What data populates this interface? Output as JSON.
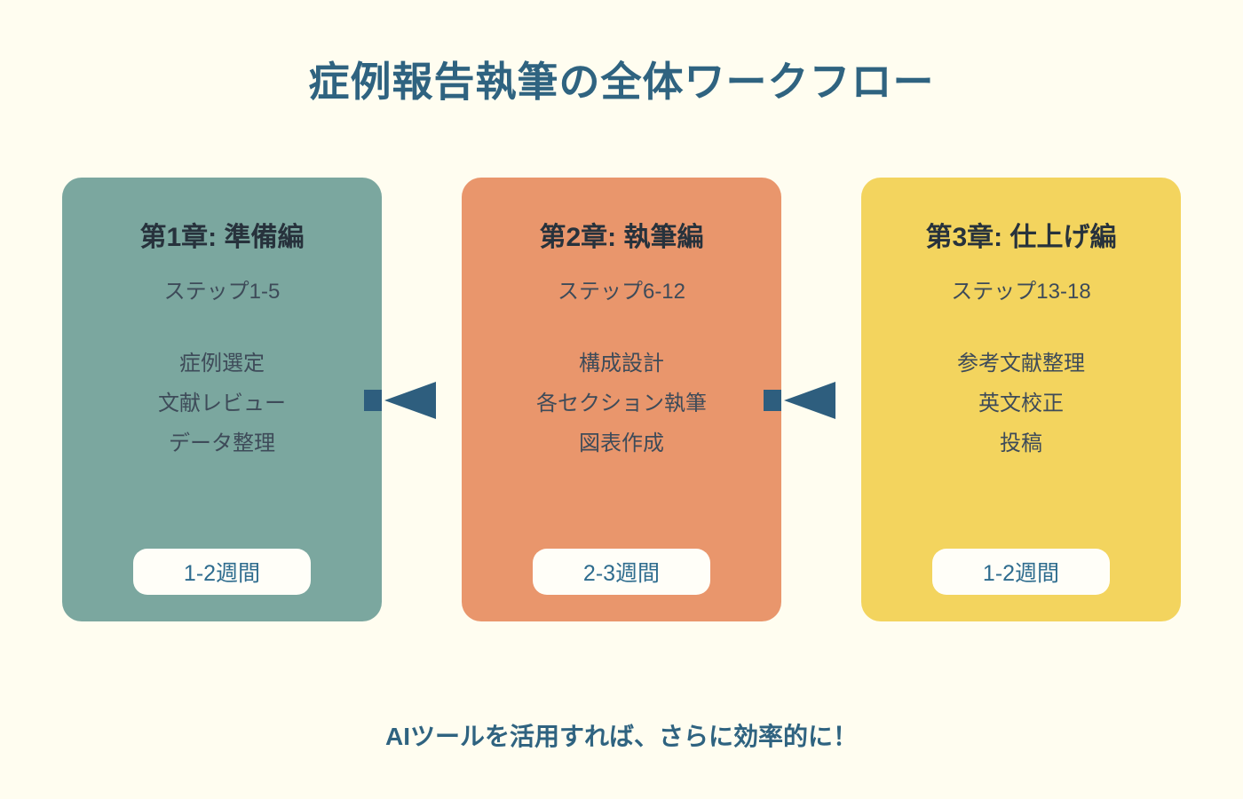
{
  "page": {
    "background": "#FFFDF0",
    "title": "症例報告執筆の全体ワークフロー",
    "title_color": "#2F6380",
    "footer": "AIツールを活用すれば、さらに効率的に！"
  },
  "arrow": {
    "color": "#2E5E7E",
    "direction": "left"
  },
  "cards": [
    {
      "title": "第1章: 準備編",
      "subtitle": "ステップ1-5",
      "items": [
        "症例選定",
        "文献レビュー",
        "データ整理"
      ],
      "duration": "1-2週間",
      "background": "#7BA79F"
    },
    {
      "title": "第2章: 執筆編",
      "subtitle": "ステップ6-12",
      "items": [
        "構成設計",
        "各セクション執筆",
        "図表作成"
      ],
      "duration": "2-3週間",
      "background": "#E9966C"
    },
    {
      "title": "第3章: 仕上げ編",
      "subtitle": "ステップ13-18",
      "items": [
        "参考文献整理",
        "英文校正",
        "投稿"
      ],
      "duration": "1-2週間",
      "background": "#F3D45E"
    }
  ]
}
